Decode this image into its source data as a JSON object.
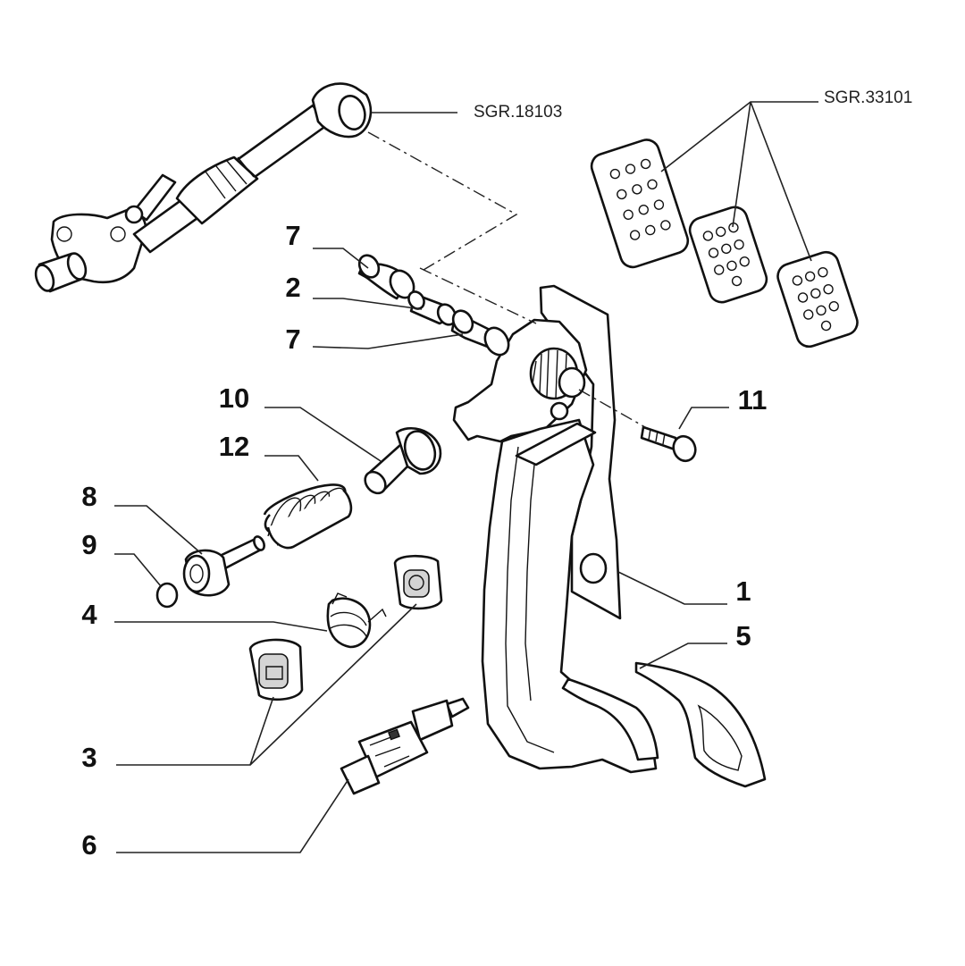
{
  "references": {
    "ref_top": "SGR.18103",
    "ref_pads": "SGR.33101"
  },
  "callouts": {
    "c1": "1",
    "c2": "2",
    "c3": "3",
    "c4": "4",
    "c5": "5",
    "c6": "6",
    "c7a": "7",
    "c7b": "7",
    "c8": "8",
    "c9": "9",
    "c10": "10",
    "c11": "11",
    "c12": "12"
  }
}
